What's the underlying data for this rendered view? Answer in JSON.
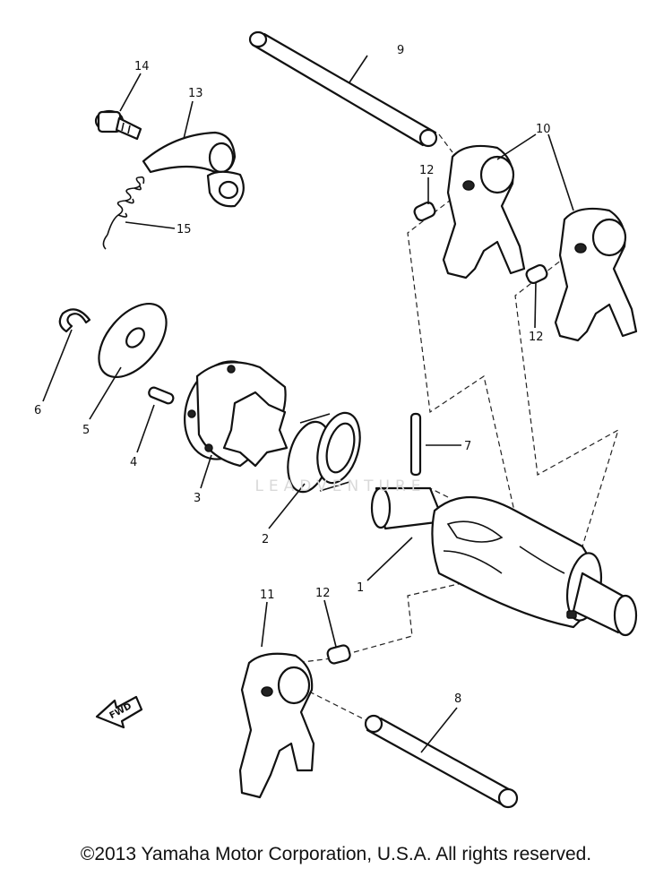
{
  "diagram": {
    "callouts": {
      "c1": "1",
      "c2": "2",
      "c3": "3",
      "c4": "4",
      "c5": "5",
      "c6": "6",
      "c7": "7",
      "c8": "8",
      "c9": "9",
      "c10": "10",
      "c11": "11",
      "c12a": "12",
      "c12b": "12",
      "c12c": "12",
      "c13": "13",
      "c14": "14",
      "c15": "15"
    },
    "fwd_label": "FWD",
    "watermark": "LEADVENTURE"
  },
  "footer": {
    "copyright": "©2013 Yamaha Motor Corporation, U.S.A. All rights reserved."
  }
}
